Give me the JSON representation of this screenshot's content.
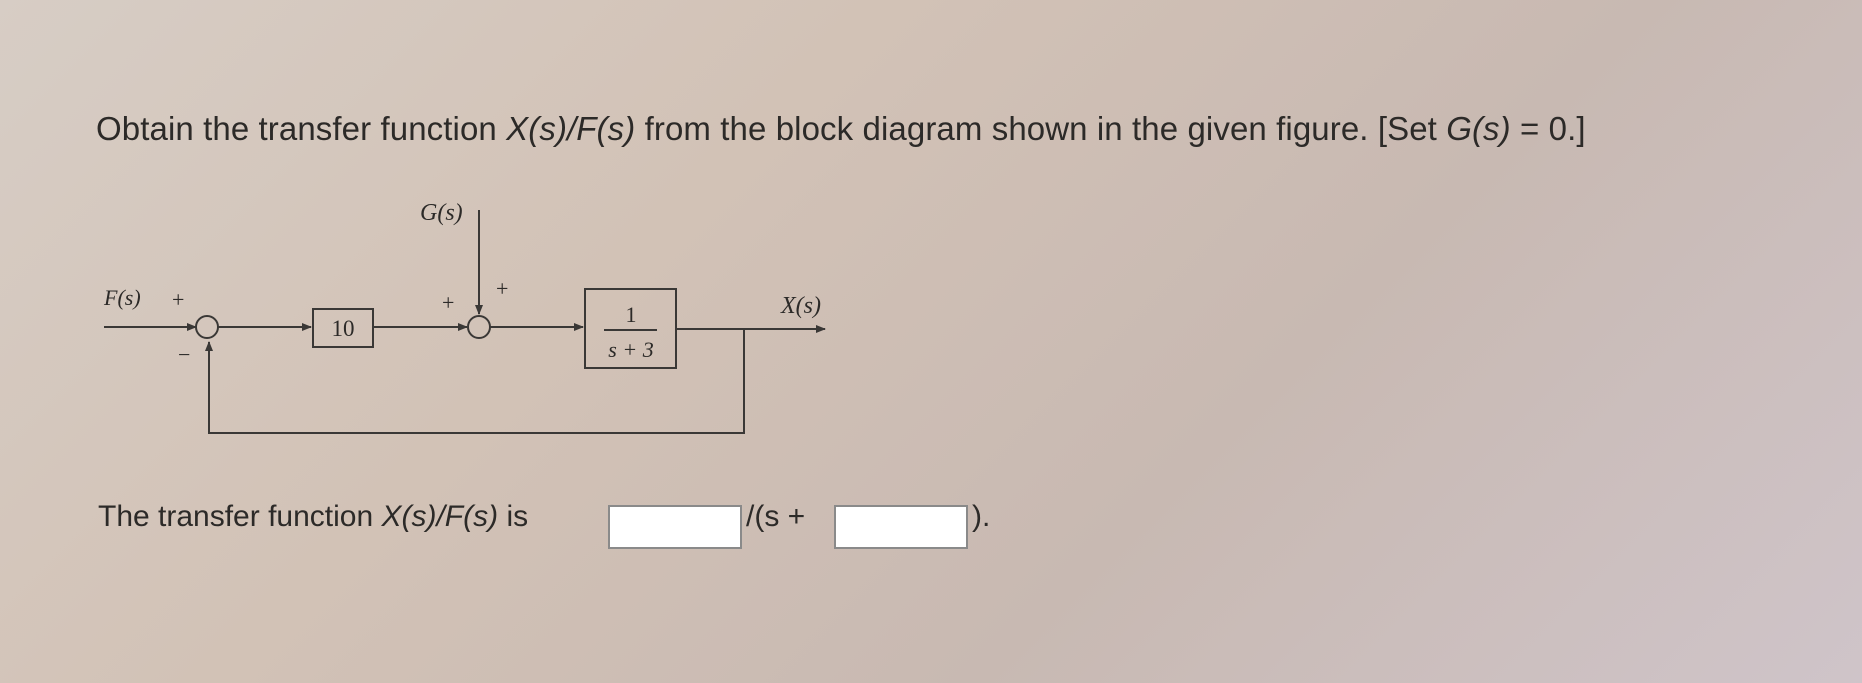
{
  "question": {
    "part1": "Obtain the transfer function ",
    "xs_fs": "X(s)/F(s)",
    "part2": " from the block diagram shown in the given figure. [Set ",
    "gs_eq": "G(s)",
    "part3": " = 0.]"
  },
  "diagram": {
    "input_label": "F(s)",
    "output_label": "X(s)",
    "disturbance_label": "G(s)",
    "gain_block": "10",
    "plant_numerator": "1",
    "plant_denominator": "s + 3",
    "sum1_plus": "+",
    "sum1_minus": "−",
    "sum2_plus_left": "+",
    "sum2_plus_top": "+"
  },
  "answer": {
    "lead_text": "The transfer function ",
    "xs_fs": "X(s)/F(s)",
    "is_text": " is",
    "box1_value": "",
    "mid_text": "/(s +",
    "box2_value": "",
    "end_text": ")."
  }
}
